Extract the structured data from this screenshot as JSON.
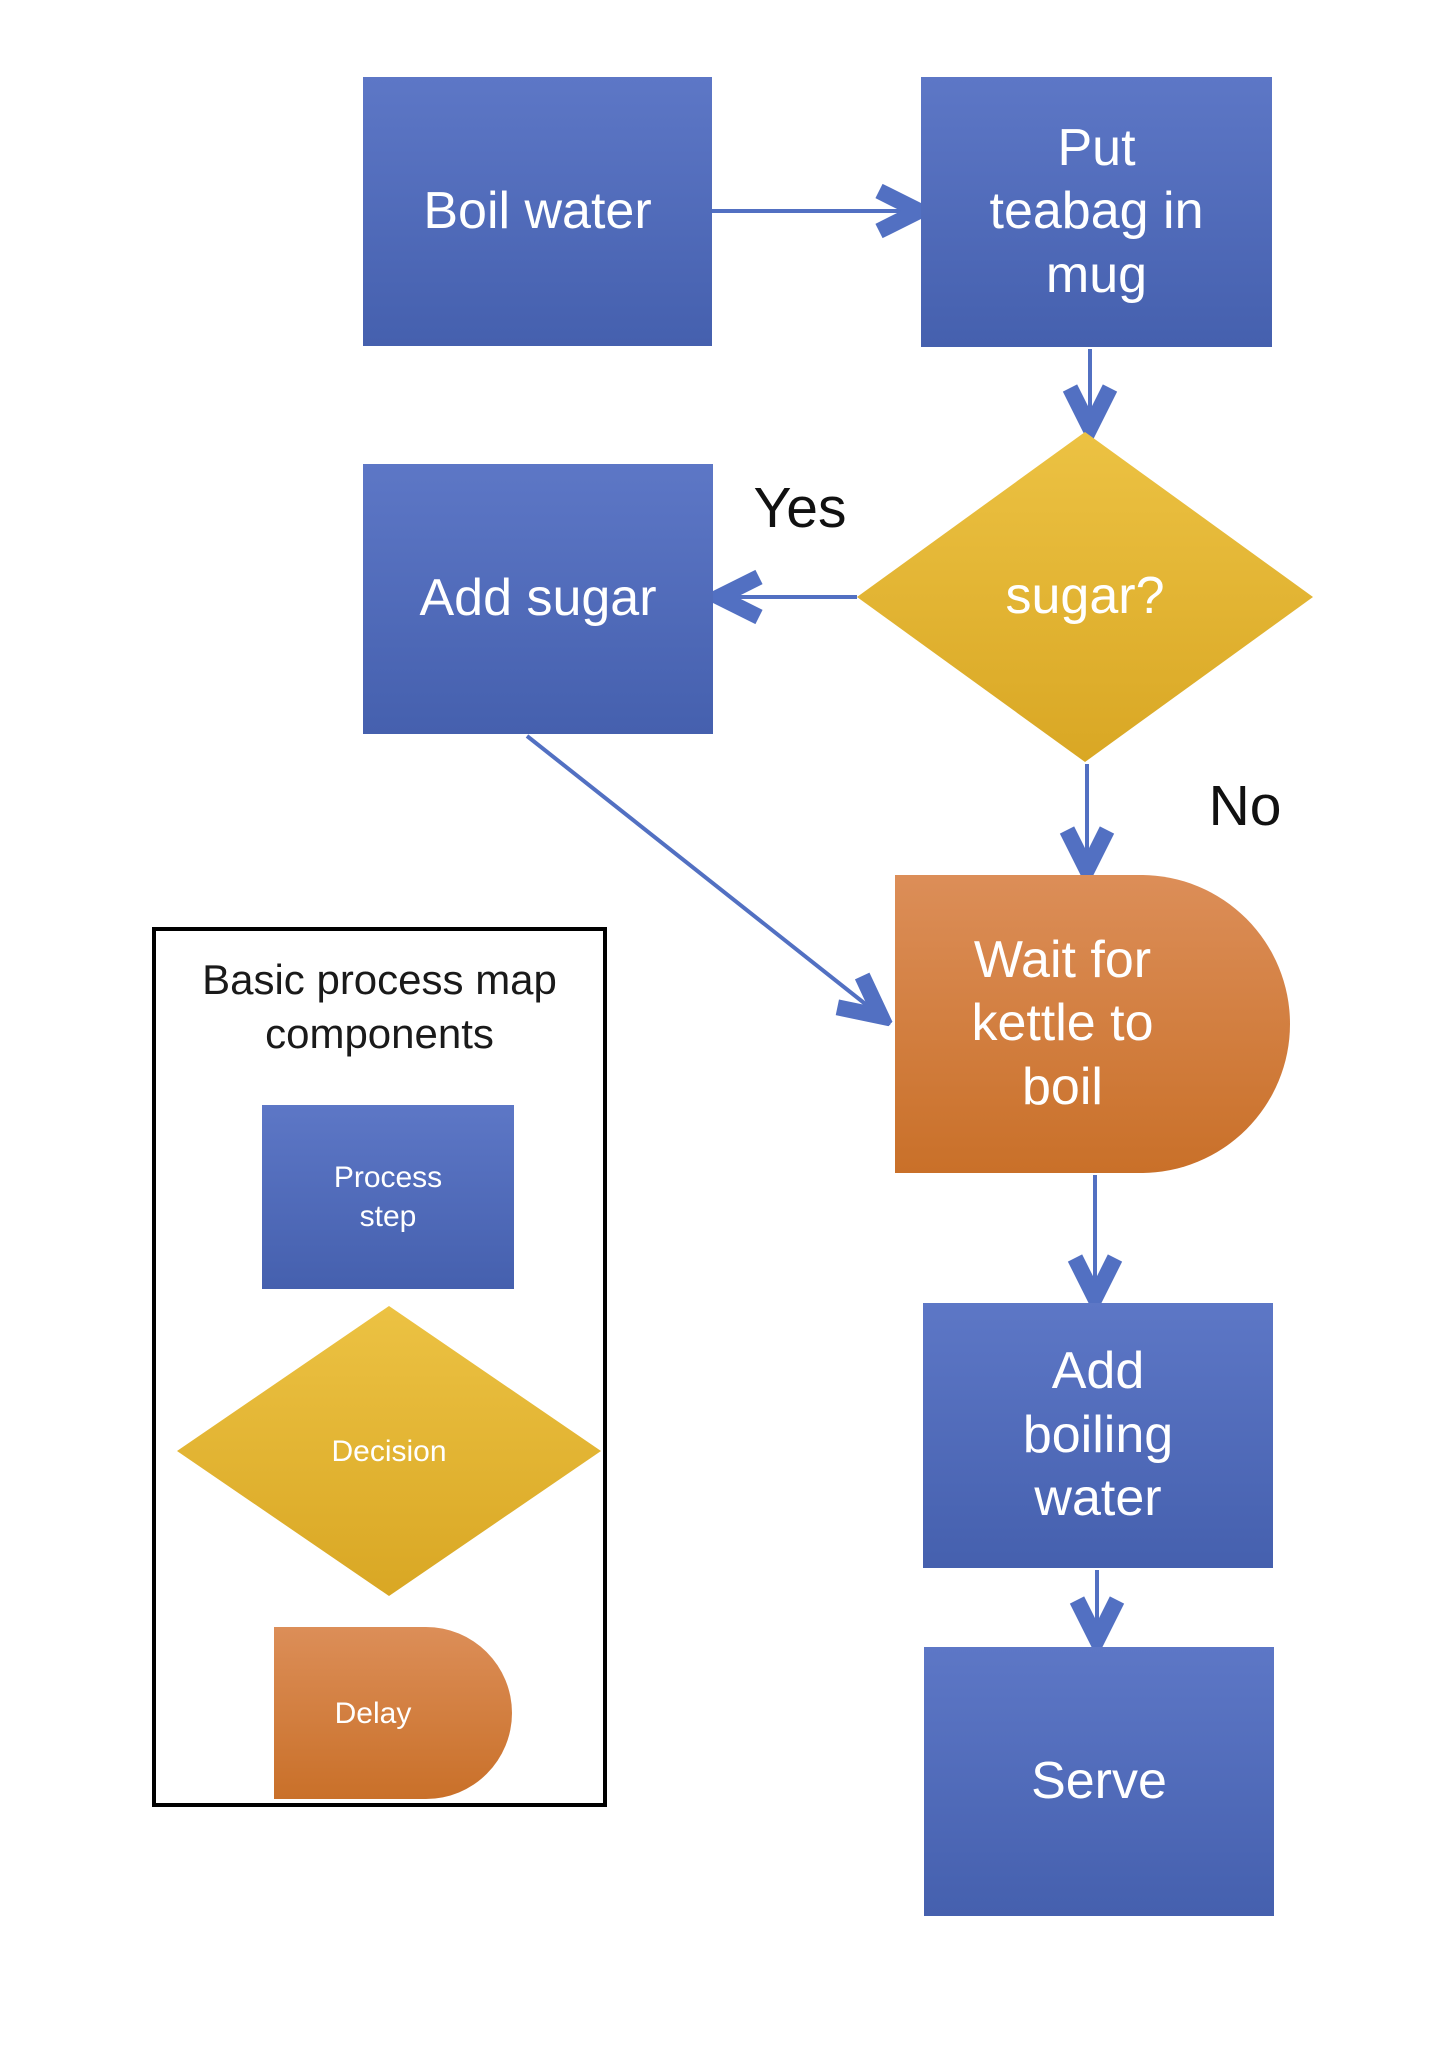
{
  "colors": {
    "background": "#ffffff",
    "process_top": "#5d77c6",
    "process_bottom": "#4560ae",
    "decision_top": "#ecc243",
    "decision_bottom": "#d9a724",
    "delay_top": "#dc8e58",
    "delay_bottom": "#c97029",
    "arrow": "#5270c2",
    "node_text": "#ffffff",
    "edge_label_text": "#111111",
    "legend_border": "#000000"
  },
  "flow": {
    "nodes": {
      "boil_water": {
        "type": "process",
        "label": "Boil water"
      },
      "put_teabag": {
        "type": "process",
        "label": "Put\nteabag in\nmug"
      },
      "sugar_decision": {
        "type": "decision",
        "label": "sugar?"
      },
      "add_sugar": {
        "type": "process",
        "label": "Add sugar"
      },
      "wait_kettle": {
        "type": "delay",
        "label": "Wait for\nkettle to\nboil"
      },
      "add_boiling_water": {
        "type": "process",
        "label": "Add\nboiling\nwater"
      },
      "serve": {
        "type": "process",
        "label": "Serve"
      }
    },
    "edge_labels": {
      "yes": "Yes",
      "no": "No"
    },
    "edges": [
      {
        "from": "boil_water",
        "to": "put_teabag",
        "label": ""
      },
      {
        "from": "put_teabag",
        "to": "sugar_decision",
        "label": ""
      },
      {
        "from": "sugar_decision",
        "to": "add_sugar",
        "label": "Yes"
      },
      {
        "from": "sugar_decision",
        "to": "wait_kettle",
        "label": "No"
      },
      {
        "from": "add_sugar",
        "to": "wait_kettle",
        "label": ""
      },
      {
        "from": "wait_kettle",
        "to": "add_boiling_water",
        "label": ""
      },
      {
        "from": "add_boiling_water",
        "to": "serve",
        "label": ""
      }
    ]
  },
  "legend": {
    "title": "Basic process map\ncomponents",
    "items": {
      "process": {
        "label": "Process\nstep"
      },
      "decision": {
        "label": "Decision"
      },
      "delay": {
        "label": "Delay"
      }
    }
  }
}
